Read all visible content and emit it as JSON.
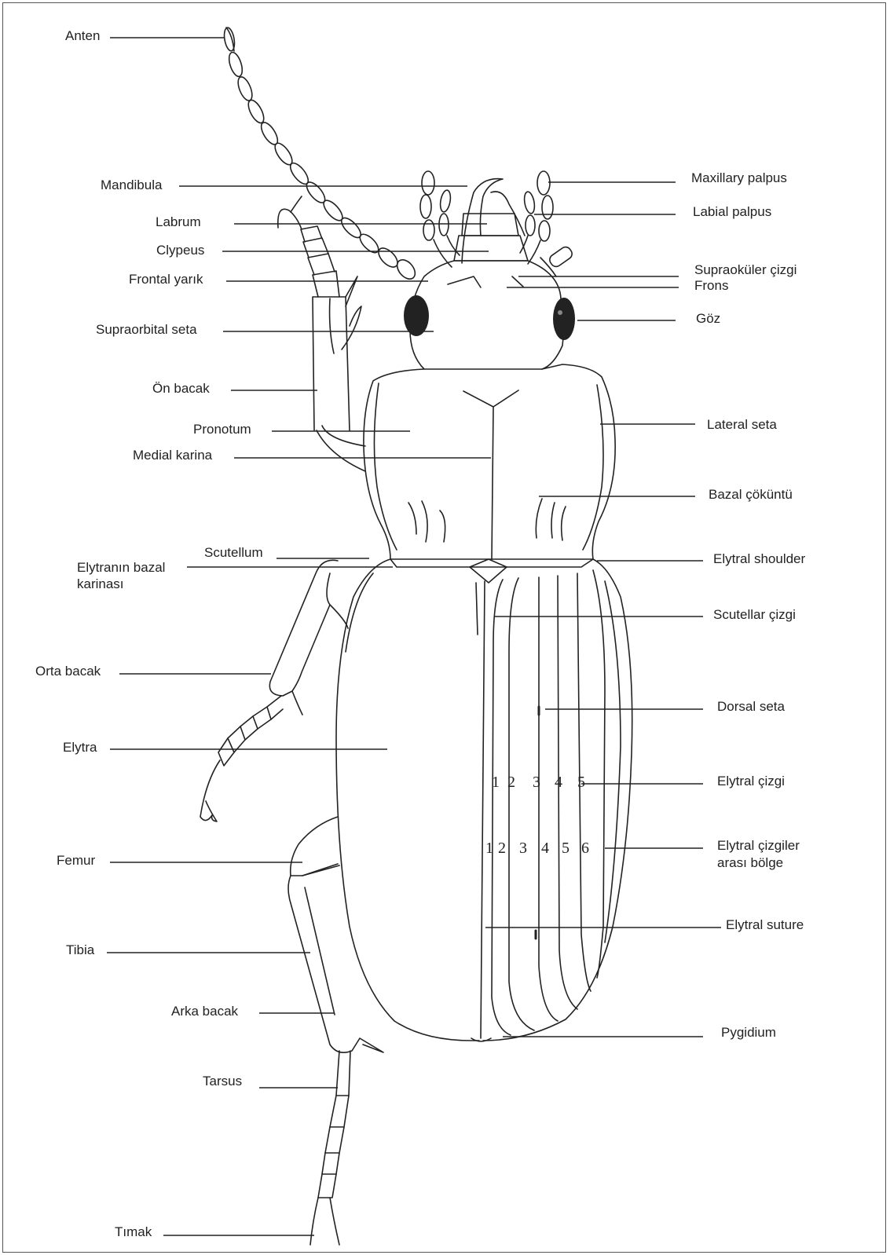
{
  "labels_left": [
    "Anten",
    "Mandibula",
    "Labrum",
    "Clypeus",
    "Frontal yarık",
    "Supraorbital seta",
    "Ön bacak",
    "Pronotum",
    "Medial karina",
    "Scutellum",
    "Elytranın bazal",
    "karinası",
    "Orta bacak",
    "Elytra",
    "Femur",
    "Tibia",
    "Arka bacak",
    "Tarsus",
    "Tımak"
  ],
  "labels_right": [
    "Maxillary palpus",
    "Labial palpus",
    "Supraoküler çizgi",
    "Frons",
    "Göz",
    "Lateral seta",
    "Bazal çöküntü",
    "Elytral shoulder",
    "Scutellar çizgi",
    "Dorsal seta",
    "Elytral çizgi",
    "Elytral çizgiler",
    "arası bölge",
    "Elytral suture",
    "Pygidium"
  ],
  "stria_numbers": [
    "1",
    "2",
    "3",
    "4",
    "5"
  ],
  "interval_numbers": [
    "1",
    "2",
    "3",
    "4",
    "5",
    "6"
  ]
}
